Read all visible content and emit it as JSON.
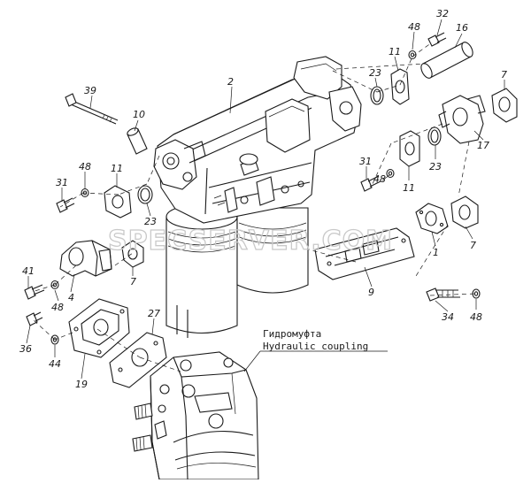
{
  "watermark": "SPECSERVER.COM",
  "caption": {
    "ru": "Гидромуфта",
    "en": "Hydraulic coupling"
  },
  "callouts": [
    {
      "id": "c-32",
      "label": "32"
    },
    {
      "id": "c-16",
      "label": "16"
    },
    {
      "id": "c-48a",
      "label": "48"
    },
    {
      "id": "c-11a",
      "label": "11"
    },
    {
      "id": "c-23a",
      "label": "23"
    },
    {
      "id": "c-7a",
      "label": "7"
    },
    {
      "id": "c-2",
      "label": "2"
    },
    {
      "id": "c-39",
      "label": "39"
    },
    {
      "id": "c-10",
      "label": "10"
    },
    {
      "id": "c-17",
      "label": "17"
    },
    {
      "id": "c-31a",
      "label": "31"
    },
    {
      "id": "c-48b",
      "label": "48"
    },
    {
      "id": "c-11b",
      "label": "11"
    },
    {
      "id": "c-23b",
      "label": "23"
    },
    {
      "id": "c-48c",
      "label": "48"
    },
    {
      "id": "c-11c",
      "label": "11"
    },
    {
      "id": "c-31b",
      "label": "31"
    },
    {
      "id": "c-23c",
      "label": "23"
    },
    {
      "id": "c-7b",
      "label": "7"
    },
    {
      "id": "c-1",
      "label": "1"
    },
    {
      "id": "c-7c",
      "label": "7"
    },
    {
      "id": "c-41",
      "label": "41"
    },
    {
      "id": "c-4",
      "label": "4"
    },
    {
      "id": "c-48d",
      "label": "48"
    },
    {
      "id": "c-9",
      "label": "9"
    },
    {
      "id": "c-36",
      "label": "36"
    },
    {
      "id": "c-27",
      "label": "27"
    },
    {
      "id": "c-44",
      "label": "44"
    },
    {
      "id": "c-19",
      "label": "19"
    },
    {
      "id": "c-34",
      "label": "34"
    },
    {
      "id": "c-48e",
      "label": "48"
    }
  ]
}
